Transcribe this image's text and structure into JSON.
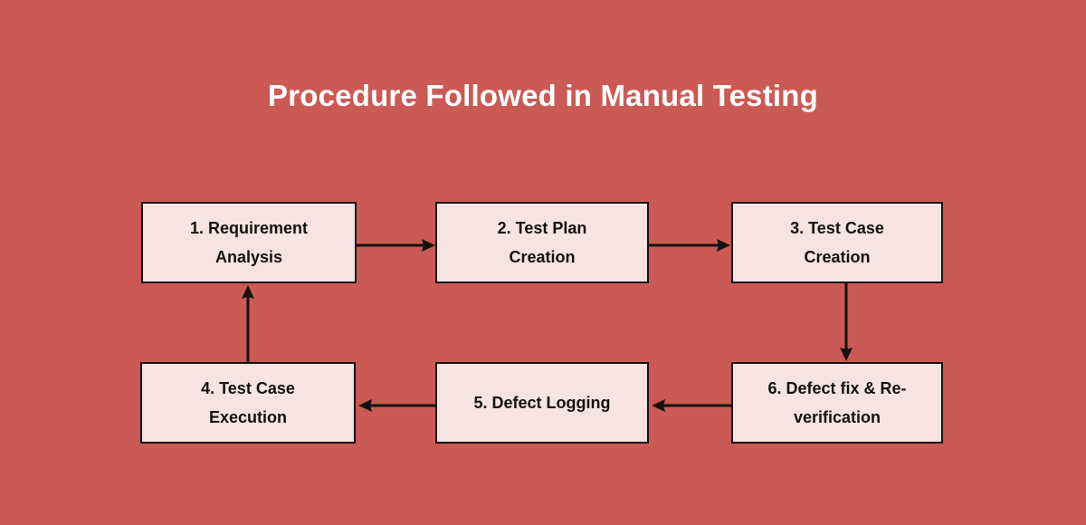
{
  "page": {
    "title": "Procedure Followed in Manual Testing",
    "background_color": "#cb5a54",
    "node_fill_color": "#f7e3e0",
    "node_border_color": "#14120f",
    "title_color": "#ffffff"
  },
  "diagram": {
    "type": "flowchart",
    "nodes": [
      {
        "id": "1",
        "line1": "1. Requirement",
        "line2": "Analysis",
        "full_label": "1. Requirement Analysis"
      },
      {
        "id": "2",
        "line1": "2. Test Plan",
        "line2": "Creation",
        "full_label": "2. Test Plan Creation"
      },
      {
        "id": "3",
        "line1": "3. Test Case",
        "line2": "Creation",
        "full_label": "3. Test Case Creation"
      },
      {
        "id": "4",
        "line1": "4. Test Case",
        "line2": "Execution",
        "full_label": "4. Test Case Execution"
      },
      {
        "id": "5",
        "line1": "5. Defect Logging",
        "line2": "",
        "full_label": "5. Defect Logging"
      },
      {
        "id": "6",
        "line1": "6. Defect fix & Re-",
        "line2": "verification",
        "full_label": "6. Defect fix & Re-verification"
      }
    ],
    "edges": [
      {
        "from": "1",
        "to": "2",
        "direction": "right"
      },
      {
        "from": "2",
        "to": "3",
        "direction": "right"
      },
      {
        "from": "3",
        "to": "6",
        "direction": "down"
      },
      {
        "from": "6",
        "to": "5",
        "direction": "left"
      },
      {
        "from": "5",
        "to": "4",
        "direction": "left"
      },
      {
        "from": "4",
        "to": "1",
        "direction": "up"
      }
    ]
  }
}
